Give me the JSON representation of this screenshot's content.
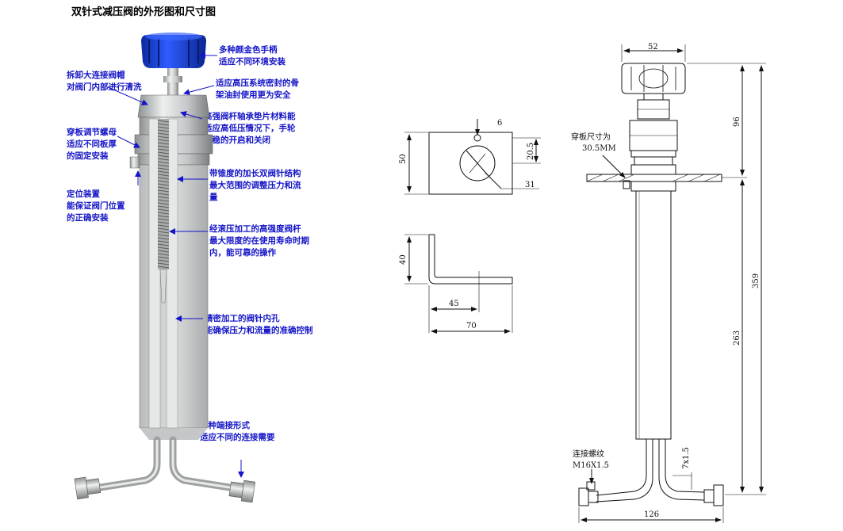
{
  "title": "双针式减压阀的外形图和尺寸图",
  "callouts": {
    "handle": [
      "多种颜金色手柄",
      "适应不同环境安装"
    ],
    "bonnet": [
      "拆卸大连接阀帽",
      "对阀门内部进行清洗"
    ],
    "seal": [
      "适应高压系统密封的骨",
      "架油封使用更为安全"
    ],
    "stem_bearing": [
      "高强阀杆轴承垫片材料能",
      "适应高低压情况下，手轮",
      "平稳的开启和关闭"
    ],
    "panel_nut": [
      "穿板调节螺母",
      "适应不同板厚",
      "的固定安装"
    ],
    "double_needle": [
      "带锥度的加长双阀针结构",
      "最大范围的调整压力和流",
      "量"
    ],
    "locator": [
      "定位装置",
      "能保证阀门位置",
      "的正确安装"
    ],
    "rolled_stem": [
      "经滚压加工的高强度阀杆",
      "最大限度的在使用寿命时期",
      "内，能可靠的操作"
    ],
    "bore": [
      "精密加工的阀针内孔",
      "能确保压力和流量的准确控制"
    ],
    "ends": [
      "多种端接形式",
      "适应不同的连接需要"
    ]
  },
  "bracket": {
    "hole_dia": "6",
    "height": "50",
    "hole_offset": "20.5",
    "hole_from_side": "31",
    "leg_height": "40",
    "leg_length": "45",
    "total_length": "70"
  },
  "valve": {
    "handle_width": "52",
    "panel_hole_label": "穿板尺寸为",
    "panel_hole_value": "30.5MM",
    "top_height": "96",
    "body_height": "263",
    "total_height": "359",
    "thread_label": "连接螺纹",
    "thread_value": "M16X1.5",
    "tube": "7x1.5",
    "bottom_width": "126"
  },
  "colors": {
    "callout_text": "#1414c8",
    "handle": "#1a3fd8",
    "metal": "#c8cacb"
  }
}
